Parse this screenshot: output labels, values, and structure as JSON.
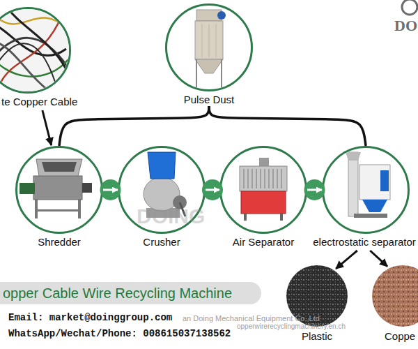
{
  "diagram": {
    "title": "opper Cable Wire Recycling Machine",
    "nodes": [
      {
        "text": [
          "te Copper Cable"
        ]
      },
      {
        "text": [
          "Pulse Dust"
        ]
      },
      {
        "text": [
          "Shredder"
        ]
      },
      {
        "text": [
          "Crusher"
        ]
      },
      {
        "text": [
          "Air Separator"
        ]
      },
      {
        "text": [
          "electrostatic separator"
        ]
      },
      {
        "text": [
          "Plastic"
        ]
      },
      {
        "text": [
          "Coppe"
        ]
      }
    ],
    "edges": [
      {
        "from": 0,
        "to": 2,
        "arrow": "to"
      },
      {
        "from": 1,
        "to": 2,
        "arrow": "none"
      },
      {
        "from": 1,
        "to": 5,
        "arrow": "none"
      },
      {
        "from": 2,
        "to": 3,
        "arrow": "to"
      },
      {
        "from": 3,
        "to": 4,
        "arrow": "to"
      },
      {
        "from": 4,
        "to": 5,
        "arrow": "to"
      },
      {
        "from": 5,
        "to": 6,
        "arrow": "to"
      },
      {
        "from": 5,
        "to": 7,
        "arrow": "to"
      }
    ],
    "labels": [
      "DO",
      "DOING",
      "Email: market@doinggroup.com",
      "WhatsApp/Wechat/Phone: 008615037138562",
      "an Doing Mechanical Equipment Co.,Ltd",
      "opperwirerecyclingmachinery.en.ch"
    ]
  }
}
